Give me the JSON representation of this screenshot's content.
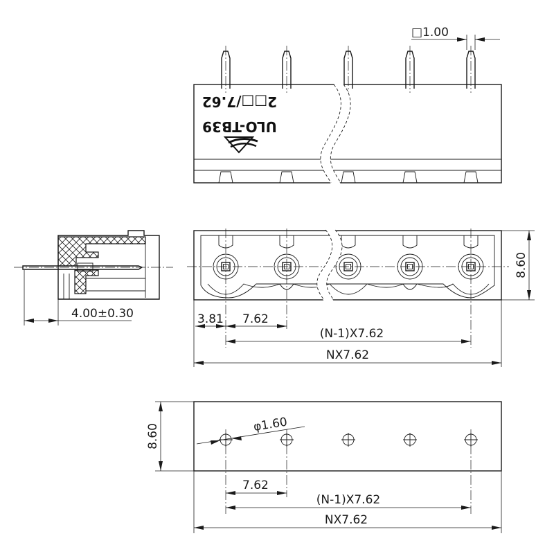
{
  "labels": {
    "pin_square": "□1.00",
    "brand_model": "ULO-TB39",
    "brand_spec": "2□□/7.62",
    "pin_length": "4.00±0.30",
    "edge_offset": "3.81",
    "pitch": "7.62",
    "pitch_total": "(N-1)X7.62",
    "overall_length": "NX7.62",
    "height": "8.60",
    "hole_diameter": "φ1.60",
    "pcb_pitch": "7.62",
    "pcb_pitch_total": "(N-1)X7.62",
    "pcb_overall_length": "NX7.62",
    "pcb_height": "8.60"
  },
  "colors": {
    "line": "#1a1a1a",
    "background": "#ffffff"
  }
}
